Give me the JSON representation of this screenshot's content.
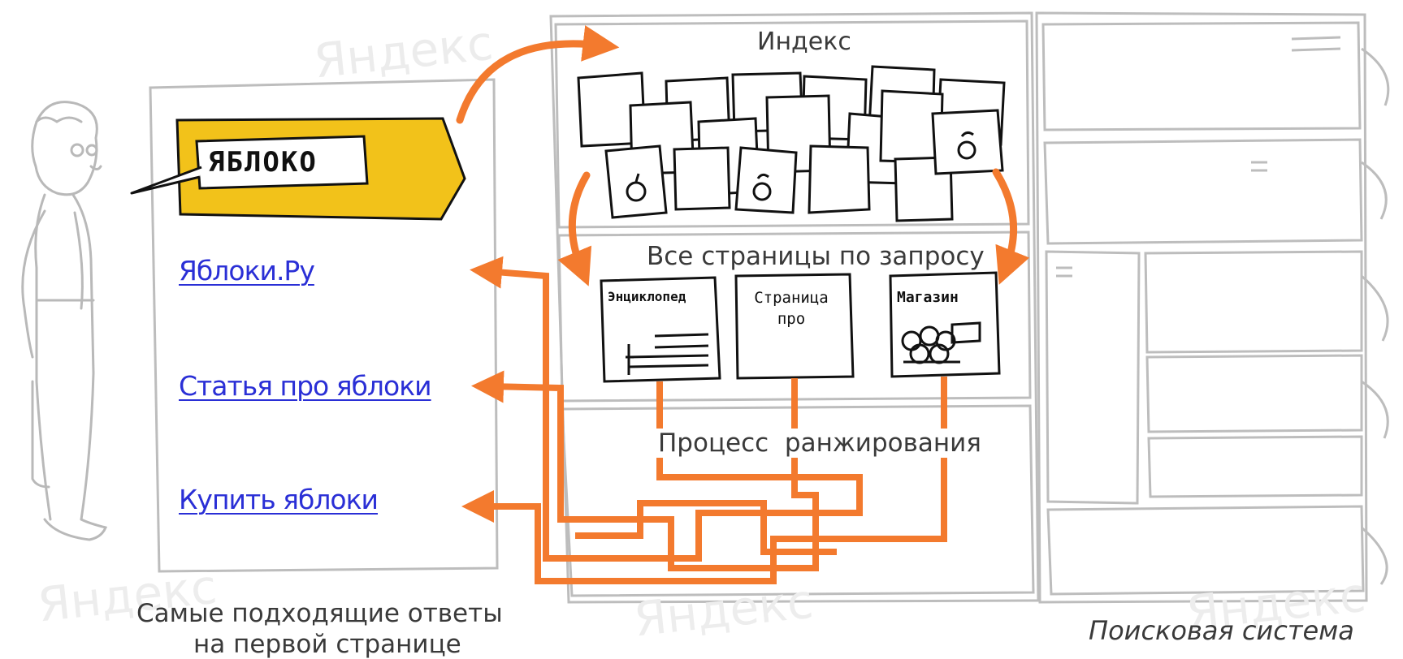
{
  "watermark": "Яндекс",
  "search_query": "ЯБЛОКО",
  "results": [
    {
      "title": "Яблоки.Ру"
    },
    {
      "title": "Статья про яблоки"
    },
    {
      "title": "Купить яблоки"
    }
  ],
  "caption_results": [
    "Самые подходящие ответы",
    "на первой странице"
  ],
  "server": {
    "index_label": "Индекс",
    "all_pages_label": "Все страницы по запросу",
    "ranking_label": "Процесс  ранжирования",
    "system_label": "Поисковая система"
  },
  "doc_cards": [
    {
      "title": "Энциклопед"
    },
    {
      "title": "Страница про"
    },
    {
      "title": "Магазин"
    }
  ],
  "colors": {
    "arrow": "#f37a2e",
    "query_box": "#f2c21a",
    "link": "#2a2fd6",
    "sketch_gray": "#bdbdbd"
  }
}
